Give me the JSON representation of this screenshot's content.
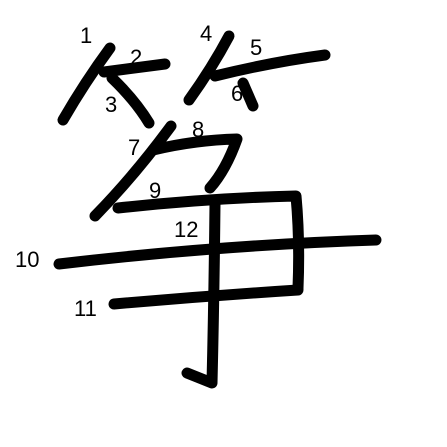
{
  "character": "筝",
  "stroke_numbers": [
    "1",
    "2",
    "3",
    "4",
    "5",
    "6",
    "7",
    "8",
    "9",
    "10",
    "11",
    "12"
  ],
  "colors": {
    "background": "#ffffff",
    "ink": "#000000"
  }
}
